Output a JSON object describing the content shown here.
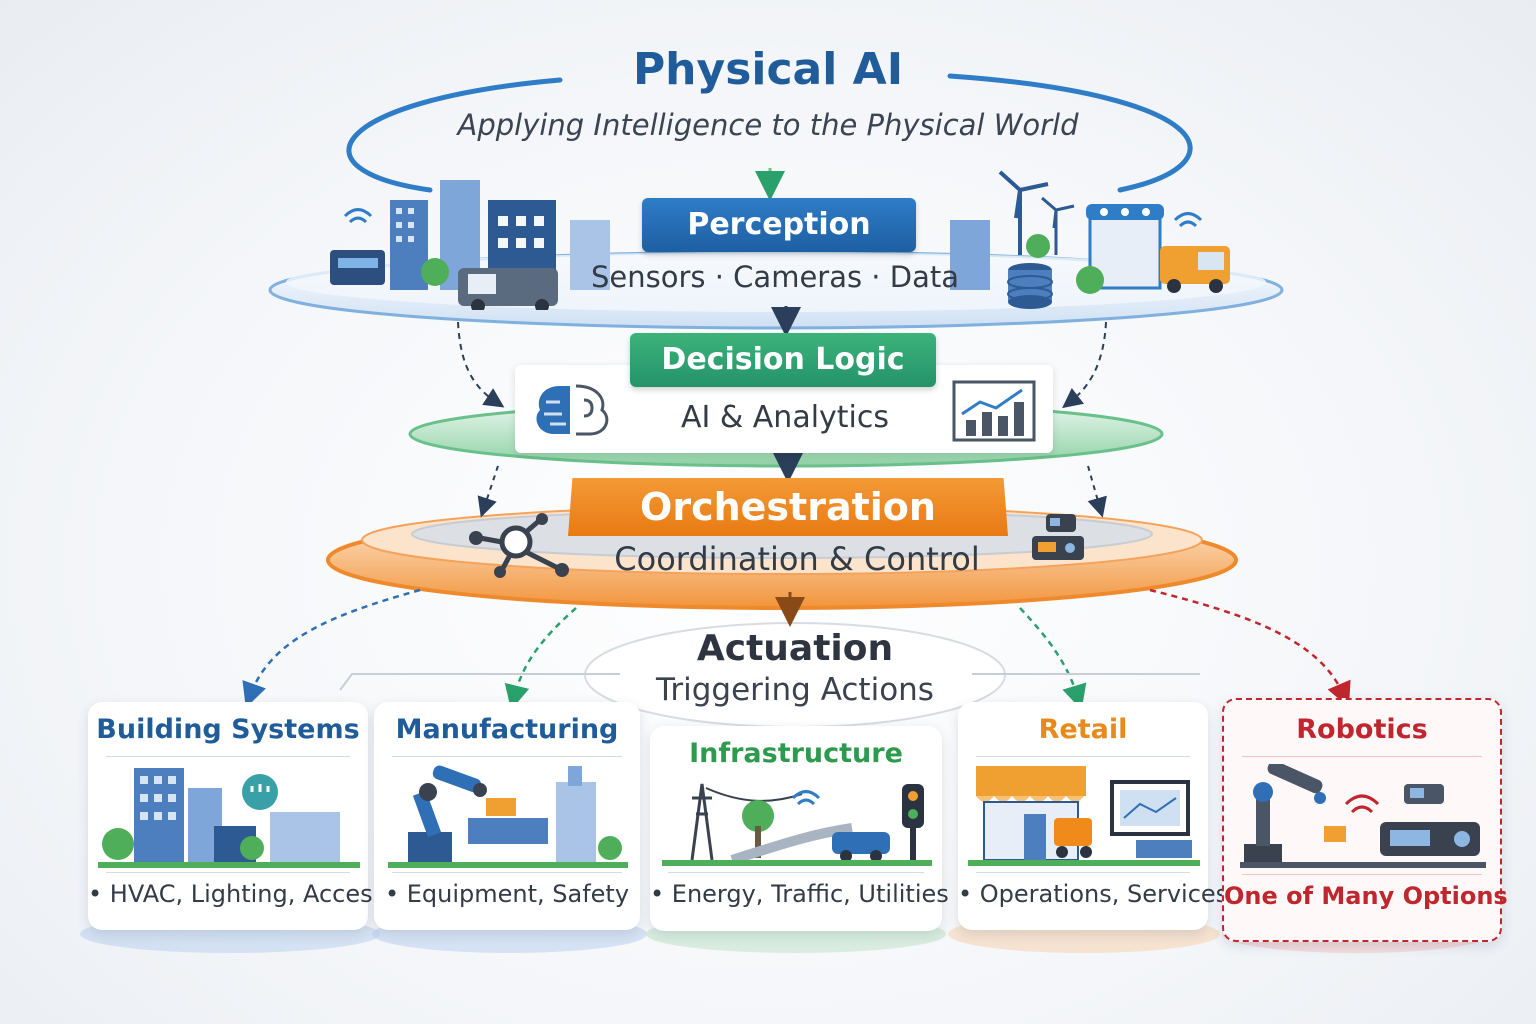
{
  "header": {
    "title": "Physical AI",
    "subtitle": "Applying Intelligence to the Physical World"
  },
  "layers": {
    "perception": {
      "label": "Perception",
      "items": "Sensors · Cameras · Data"
    },
    "decision": {
      "label": "Decision Logic",
      "description": "AI & Analytics"
    },
    "orchestration": {
      "label": "Orchestration",
      "description": "Coordination & Control"
    },
    "actuation": {
      "label": "Actuation",
      "description": "Triggering Actions"
    }
  },
  "domains": [
    {
      "title": "Building Systems",
      "detail": "• HVAC, Lighting, Access",
      "color": "#1f5c99"
    },
    {
      "title": "Manufacturing",
      "detail": "• Equipment, Safety",
      "color": "#1f5c99"
    },
    {
      "title": "Infrastructure",
      "detail": "• Energy, Traffic, Utilities",
      "color": "#2e9a4e"
    },
    {
      "title": "Retail",
      "detail": "• Operations, Services",
      "color": "#e8891c"
    },
    {
      "title": "Robotics",
      "detail": "One of Many Options",
      "color": "#c0262d"
    }
  ],
  "colors": {
    "perception": "#2f7cc7",
    "decision": "#3cb37a",
    "orchestration": "#f0872a",
    "robotics": "#c0262d"
  }
}
